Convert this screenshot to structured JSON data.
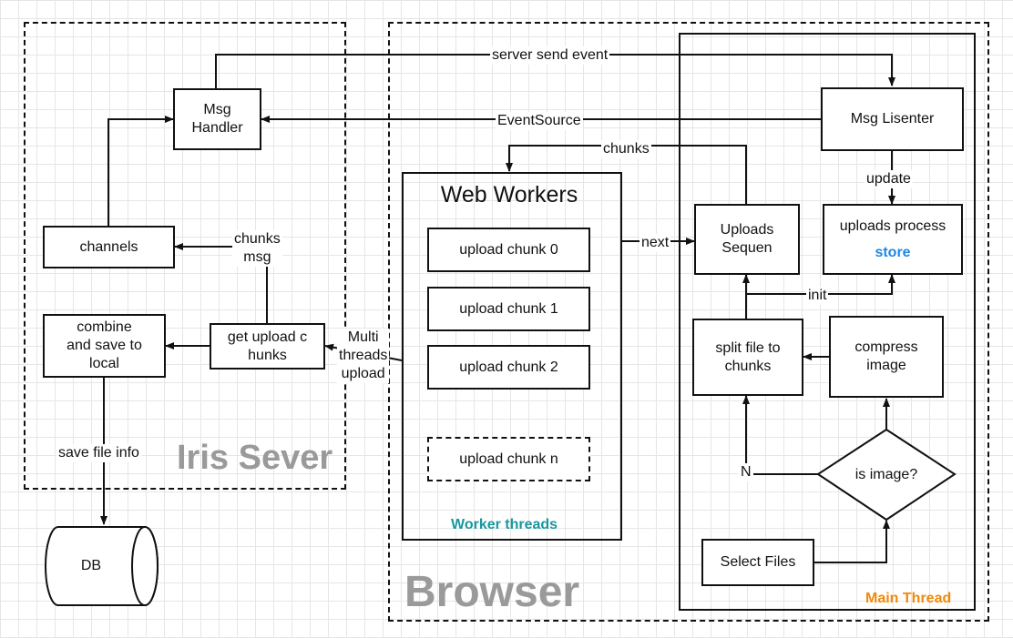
{
  "regions": {
    "iris_server": "Iris Sever",
    "browser": "Browser",
    "web_workers": "Web Workers",
    "worker_threads": "Worker threads",
    "main_thread": "Main Thread"
  },
  "nodes": {
    "msg_handler": "Msg\nHandler",
    "channels": "channels",
    "combine": "combine\nand save to\nlocal",
    "get_upload_chunks": "get upload c\nhunks",
    "db": "DB",
    "upload_chunk_0": "upload chunk 0",
    "upload_chunk_1": "upload chunk 1",
    "upload_chunk_2": "upload chunk 2",
    "upload_chunk_n": "upload chunk n",
    "msg_listener": "Msg Lisenter",
    "uploads_sequence": "Uploads\nSequen",
    "uploads_process": "uploads process",
    "store": "store",
    "split_file": "split file to\nchunks",
    "compress_image": "compress\nimage",
    "is_image": "is image?",
    "select_files": "Select Files"
  },
  "edges": {
    "server_send_event": "server send event",
    "event_source": "EventSource",
    "chunks_top": "chunks",
    "chunks_msg": "chunks\nmsg",
    "multi_threads_upload": "Multi\nthreads\nupload",
    "next": "next",
    "update": "update",
    "init": "init",
    "n": "N",
    "save_file_info": "save file info"
  },
  "colors": {
    "store": "#1e88e5",
    "worker_threads": "#17989e",
    "main_thread": "#ef8a0c",
    "region_title": "#9a9a9a"
  }
}
